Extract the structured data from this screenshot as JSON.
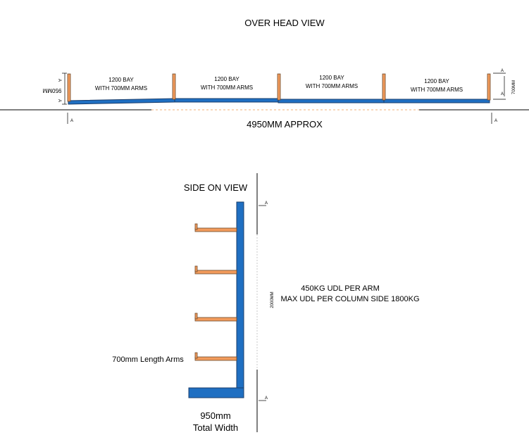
{
  "overhead": {
    "title": "OVER HEAD VIEW",
    "bays": [
      {
        "line1": "1200 BAY",
        "line2": "WITH 700MM ARMS"
      },
      {
        "line1": "1200 BAY",
        "line2": "WITH 700MM ARMS"
      },
      {
        "line1": "1200 BAY",
        "line2": "WITH 700MM ARMS"
      },
      {
        "line1": "1200 BAY",
        "line2": "WITH 700MM ARMS"
      }
    ],
    "length_label": "4950MM APPROX",
    "depth_left_label": "950MM",
    "depth_right_label": "700MM",
    "marker": "A"
  },
  "side": {
    "title": "SIDE ON VIEW",
    "height_label": "2000MM",
    "load_line1": "450KG UDL PER ARM",
    "load_line2": "MAX UDL PER COLUMN SIDE 1800KG",
    "arm_label": "700mm Length Arms",
    "width_line1": "950mm",
    "width_line2": "Total Width",
    "marker": "A",
    "arm_count": 4
  }
}
